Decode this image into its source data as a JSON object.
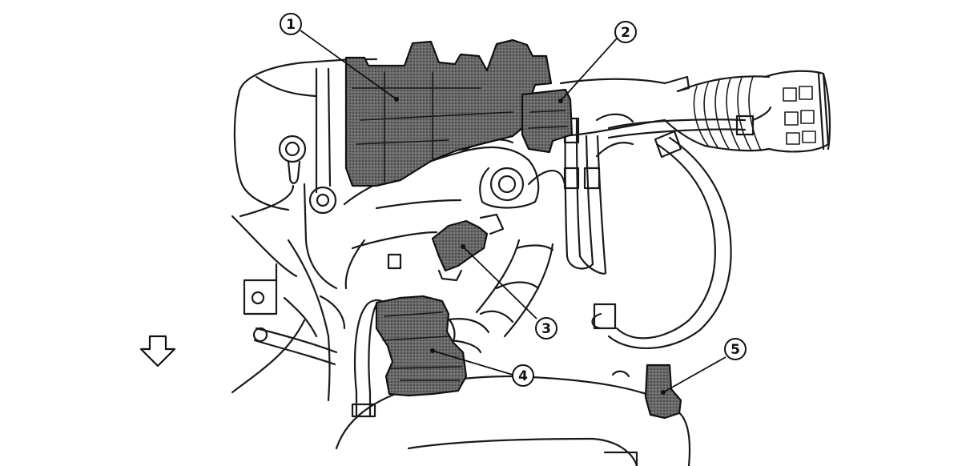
{
  "callouts": [
    {
      "number": "1"
    },
    {
      "number": "2"
    },
    {
      "number": "3"
    },
    {
      "number": "4"
    },
    {
      "number": "5"
    }
  ],
  "colors": {
    "line": "#1a1a1a",
    "shaded_part": "#5b5b5b",
    "background": "#ffffff"
  },
  "icons": {
    "direction_arrow": "down-arrow-icon"
  }
}
